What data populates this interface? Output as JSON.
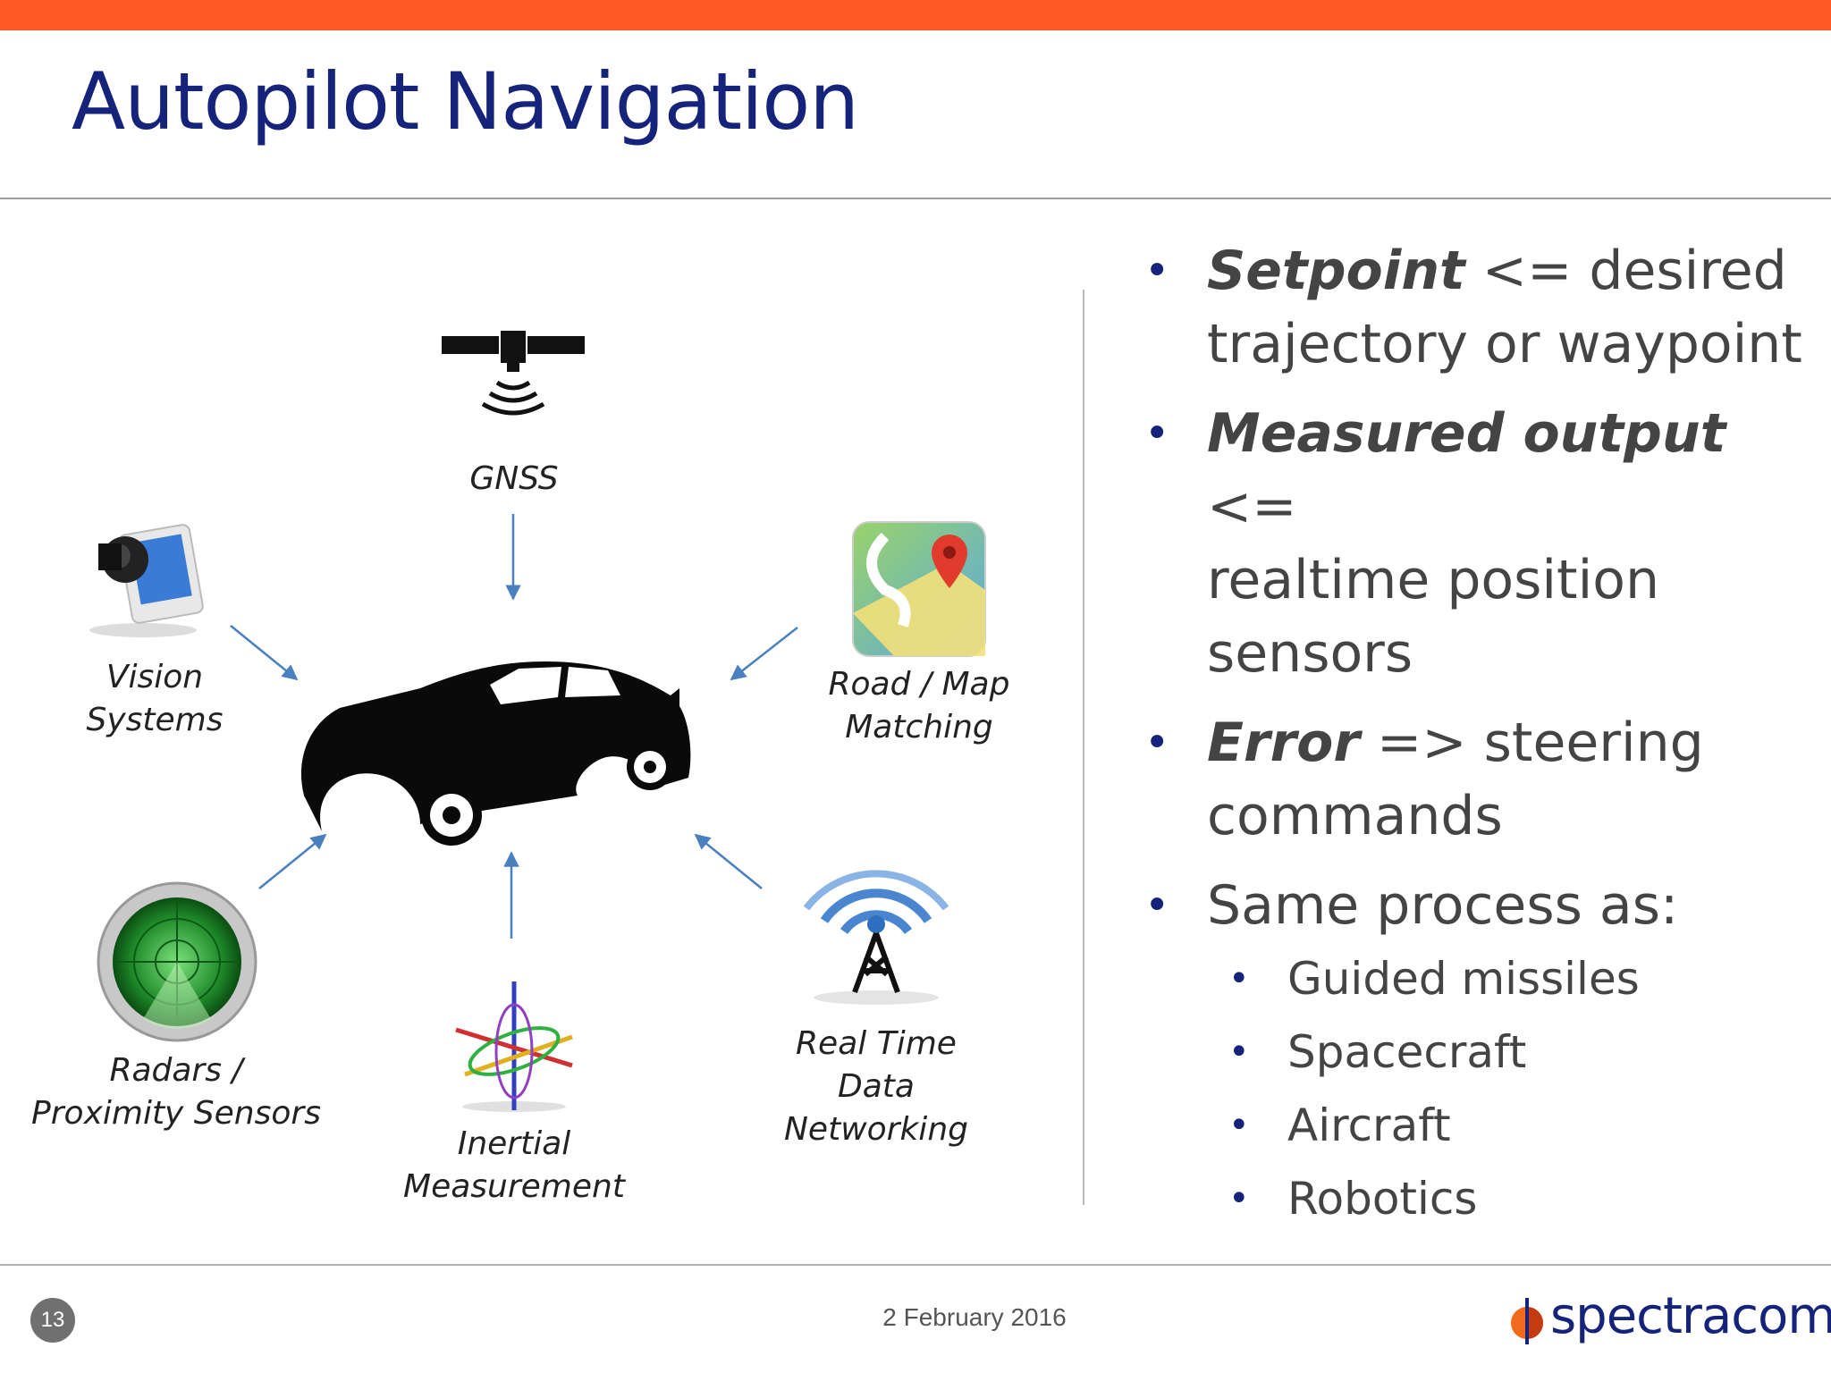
{
  "slide": {
    "title": "Autopilot Navigation",
    "page_number": "13",
    "date": "2 February 2016",
    "logo_text": "spectracom",
    "colors": {
      "top_bar": "#ff5a26",
      "title": "#15237b",
      "bullet_dot": "#15237b",
      "body_text": "#444444"
    }
  },
  "diagram": {
    "center_icon": "car-silhouette-icon",
    "labels": {
      "gnss": "GNSS",
      "vision_1": "Vision",
      "vision_2": "Systems",
      "road_1": "Road / Map",
      "road_2": "Matching",
      "radar_1": "Radars /",
      "radar_2": "Proximity Sensors",
      "inertial_1": "Inertial",
      "inertial_2": "Measurement",
      "realtime_1": "Real Time",
      "realtime_2": "Data",
      "realtime_3": "Networking"
    },
    "icons": [
      "satellite-icon",
      "camera-icon",
      "map-icon",
      "radar-icon",
      "gyroscope-axes-icon",
      "radio-tower-icon"
    ]
  },
  "bullets": {
    "b1_em": "Setpoint",
    "b1_rest_a": " <= desired",
    "b1_rest_b": "trajectory or waypoint",
    "b2_em": "Measured output",
    "b2_rest_a": " <=",
    "b2_rest_b": "realtime position",
    "b2_rest_c": "sensors",
    "b3_em": "Error",
    "b3_rest_a": " => steering",
    "b3_rest_b": "commands",
    "b4": "Same process as:",
    "sub": [
      "Guided missiles",
      "Spacecraft",
      "Aircraft",
      "Robotics"
    ]
  }
}
